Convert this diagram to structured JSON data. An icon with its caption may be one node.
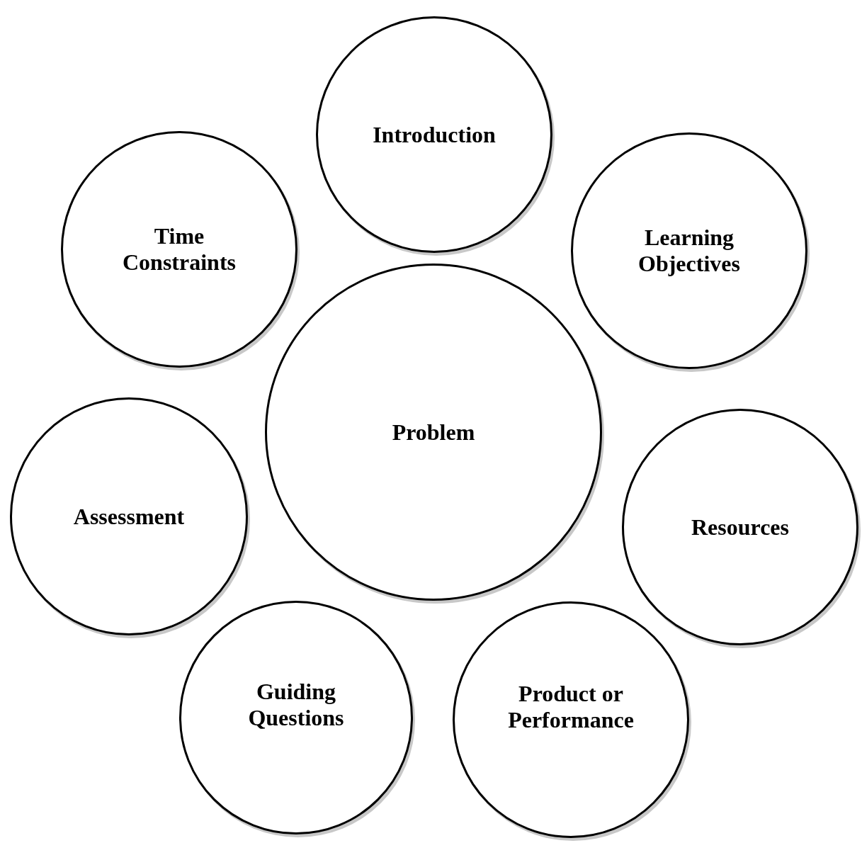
{
  "diagram": {
    "nodes": [
      {
        "text": [
          "Introduction"
        ]
      },
      {
        "text": [
          "Time Constraints"
        ]
      },
      {
        "text": [
          "Learning Objectives"
        ]
      },
      {
        "text": [
          "Problem"
        ]
      },
      {
        "text": [
          "Assessment"
        ]
      },
      {
        "text": [
          "Resources"
        ]
      },
      {
        "text": [
          "Guiding Questions"
        ]
      },
      {
        "text": [
          "Product or Performance"
        ]
      }
    ]
  }
}
